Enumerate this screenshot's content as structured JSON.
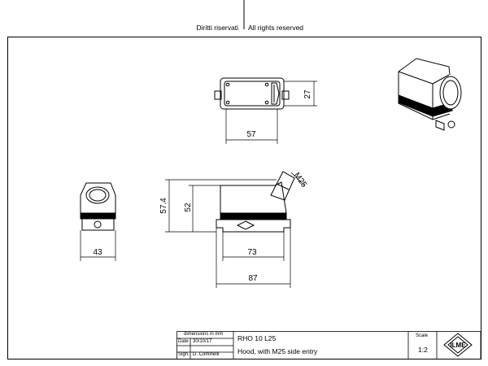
{
  "header": {
    "left_text": "Diritti riservati",
    "right_text": "All rights reserved"
  },
  "dimensions": {
    "top_height": "27",
    "top_width": "57",
    "side_height_total": "57.4",
    "side_height": "52",
    "thread": "M25",
    "width_73": "73",
    "width_87": "87",
    "front_width": "43"
  },
  "title_block": {
    "units_note": "dimensions in mm",
    "date_label": "Date",
    "date_value": "30/10/17",
    "sign_label": "Sign.",
    "sign_value": "D. Cominelli",
    "code": "RHO 10 L25",
    "description": "Hood, with M25 side entry",
    "scale_label": "Scale",
    "scale_value": "1:2",
    "logo": "ILME"
  },
  "colors": {
    "line": "#000000",
    "stripe": "#000000",
    "background": "#ffffff"
  }
}
